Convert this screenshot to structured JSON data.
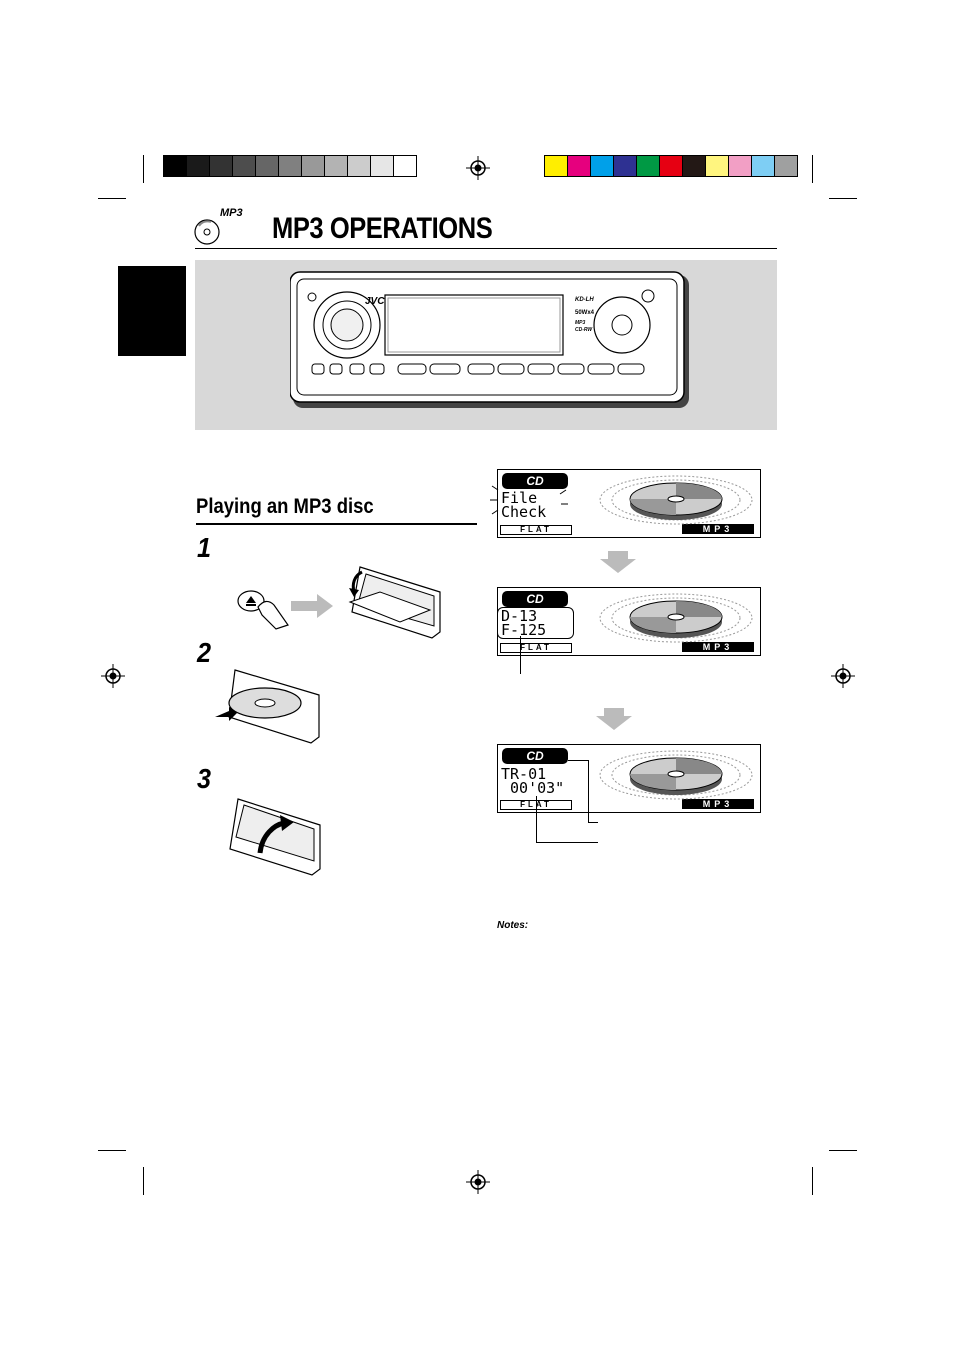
{
  "page": {
    "title": "MP3 OPERATIONS",
    "logo_text": "MP3",
    "section_title": "Playing an MP3 disc",
    "steps": [
      "1",
      "2",
      "3"
    ],
    "notes_label": "Notes:"
  },
  "registration": {
    "gray_swatches": [
      "#000000",
      "#1a1a1a",
      "#333333",
      "#4d4d4d",
      "#666666",
      "#808080",
      "#999999",
      "#b3b3b3",
      "#cccccc",
      "#e6e6e6",
      "#ffffff"
    ],
    "color_swatches": [
      "#ffee00",
      "#e6007e",
      "#00a0e9",
      "#2e3192",
      "#009944",
      "#e60012",
      "#231815",
      "#fff57f",
      "#f29fc5",
      "#7ecef4",
      "#9fa0a0"
    ]
  },
  "stereo": {
    "brand": "JVC",
    "model": "KD-LH",
    "output": "50Wx4",
    "mp3_label": "MP3",
    "cdrw_label": "CD-RW"
  },
  "displays": [
    {
      "mode": "CD",
      "line1": "File",
      "line2": "Check",
      "eq": "FLAT",
      "format": "MP3"
    },
    {
      "mode": "CD",
      "line1": "D-13",
      "line2": "F-125",
      "eq": "FLAT",
      "format": "MP3"
    },
    {
      "mode": "CD",
      "line1": "TR-01",
      "line2": " 00'03\"",
      "eq": "FLAT",
      "format": "MP3"
    }
  ]
}
